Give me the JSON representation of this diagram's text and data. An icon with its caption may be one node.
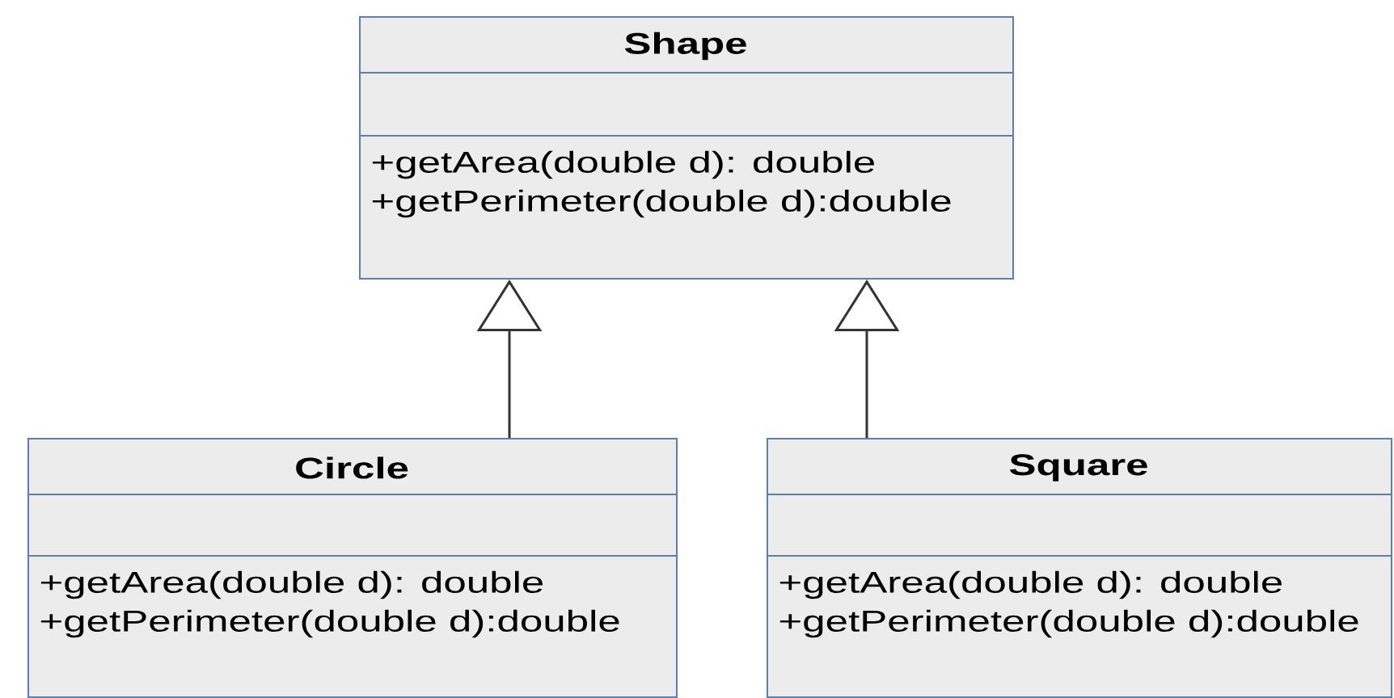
{
  "diagram": {
    "nodes": [
      {
        "text": [
          "Shape",
          "+getArea(double d): double",
          "+getPerimeter(double d):double"
        ]
      },
      {
        "text": [
          "Circle",
          "+getArea(double d): double",
          "+getPerimeter(double d):double"
        ]
      },
      {
        "text": [
          "Square",
          "+getArea(double d): double",
          "+getPerimeter(double d):double"
        ]
      }
    ],
    "edges": [
      {
        "from": 1,
        "to": 0,
        "arrow": "to"
      },
      {
        "from": 2,
        "to": 0,
        "arrow": "to"
      }
    ]
  }
}
